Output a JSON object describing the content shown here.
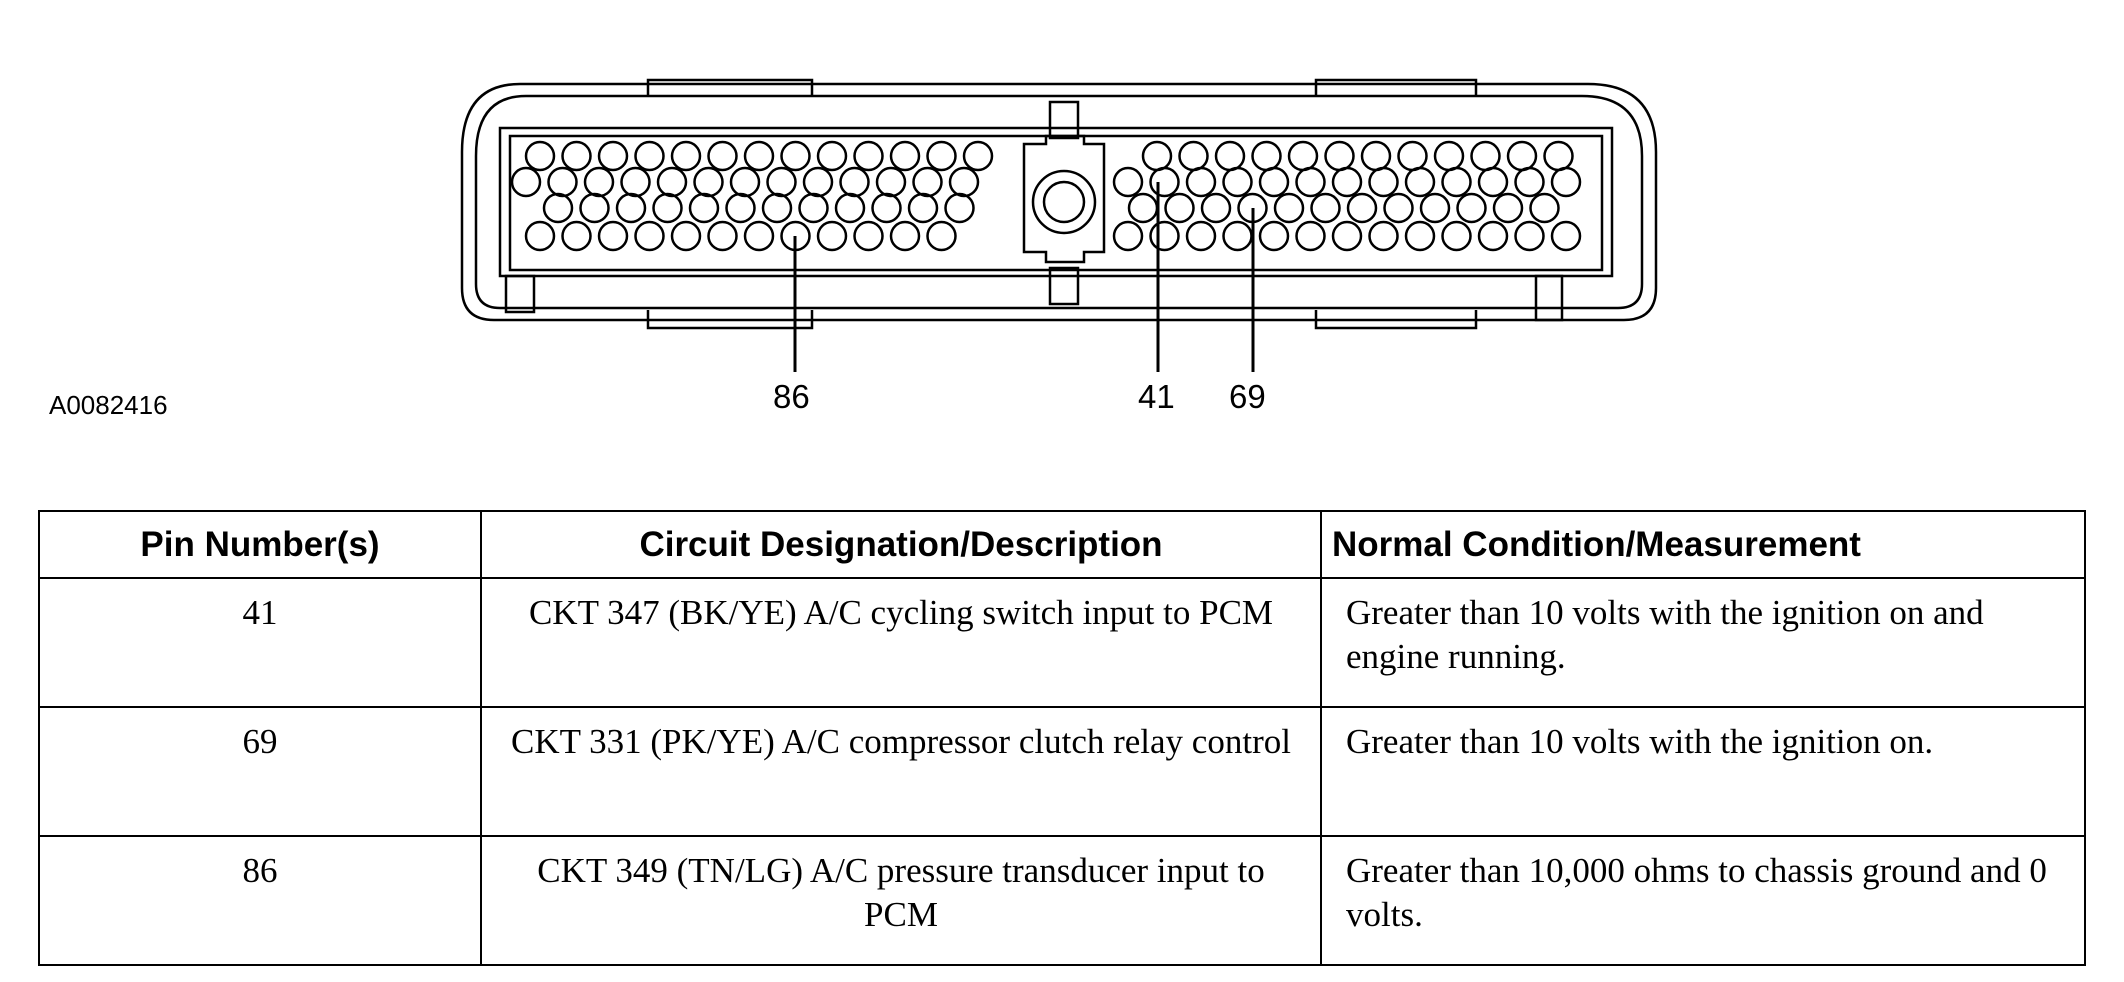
{
  "diagram": {
    "figure_id": "A0082416",
    "callouts": [
      {
        "pin": "86"
      },
      {
        "pin": "41"
      },
      {
        "pin": "69"
      }
    ]
  },
  "table": {
    "headers": [
      "Pin Number(s)",
      "Circuit Designation/Description",
      "Normal Condition/Measurement"
    ],
    "rows": [
      {
        "pin": "41",
        "circuit": "CKT 347 (BK/YE) A/C cycling switch input to PCM",
        "condition": "Greater than 10 volts with the ignition on and engine running."
      },
      {
        "pin": "69",
        "circuit": "CKT 331 (PK/YE) A/C compressor clutch relay control",
        "condition": "Greater than 10 volts with the ignition on."
      },
      {
        "pin": "86",
        "circuit": "CKT 349 (TN/LG) A/C pressure transducer input to PCM",
        "condition": "Greater than 10,000 ohms to chassis ground and 0 volts."
      }
    ]
  }
}
